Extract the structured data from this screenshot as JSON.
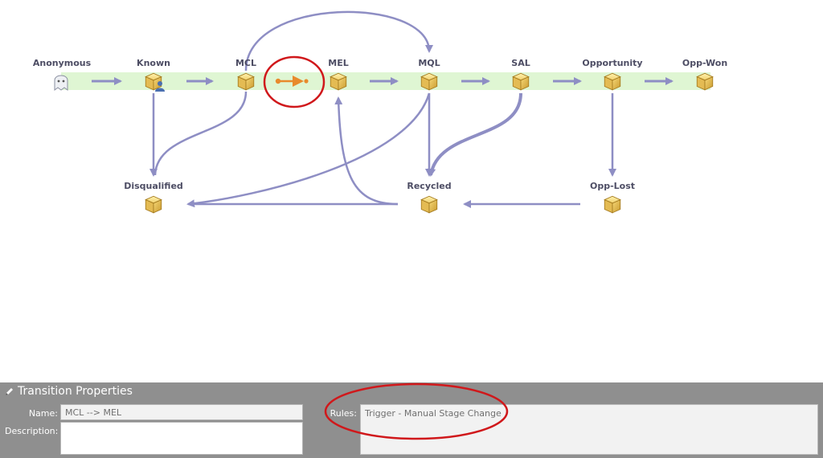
{
  "diagram": {
    "stages": [
      {
        "id": "anonymous",
        "label": "Anonymous",
        "icon": "ghost-icon"
      },
      {
        "id": "known",
        "label": "Known",
        "icon": "box-person-icon"
      },
      {
        "id": "mcl",
        "label": "MCL",
        "icon": "box-icon"
      },
      {
        "id": "mel",
        "label": "MEL",
        "icon": "box-icon"
      },
      {
        "id": "mql",
        "label": "MQL",
        "icon": "box-icon"
      },
      {
        "id": "sal",
        "label": "SAL",
        "icon": "box-icon"
      },
      {
        "id": "opportunity",
        "label": "Opportunity",
        "icon": "box-icon"
      },
      {
        "id": "opp-won",
        "label": "Opp-Won",
        "icon": "box-icon"
      },
      {
        "id": "disqualified",
        "label": "Disqualified",
        "icon": "box-icon"
      },
      {
        "id": "recycled",
        "label": "Recycled",
        "icon": "box-icon"
      },
      {
        "id": "opp-lost",
        "label": "Opp-Lost",
        "icon": "box-icon"
      }
    ],
    "selected_transition_icon": "transition-arrow-icon",
    "colors": {
      "arrow": "#8e8ec4",
      "success_path": "#dff6d3",
      "selected_transition": "#e88a2c",
      "highlight_circle": "#d0181b"
    }
  },
  "panel": {
    "title": "Transition Properties",
    "name_label": "Name:",
    "name_value": "MCL --> MEL",
    "description_label": "Description:",
    "description_value": "",
    "rules_label": "Rules:",
    "rules_value": "Trigger - Manual Stage Change"
  }
}
